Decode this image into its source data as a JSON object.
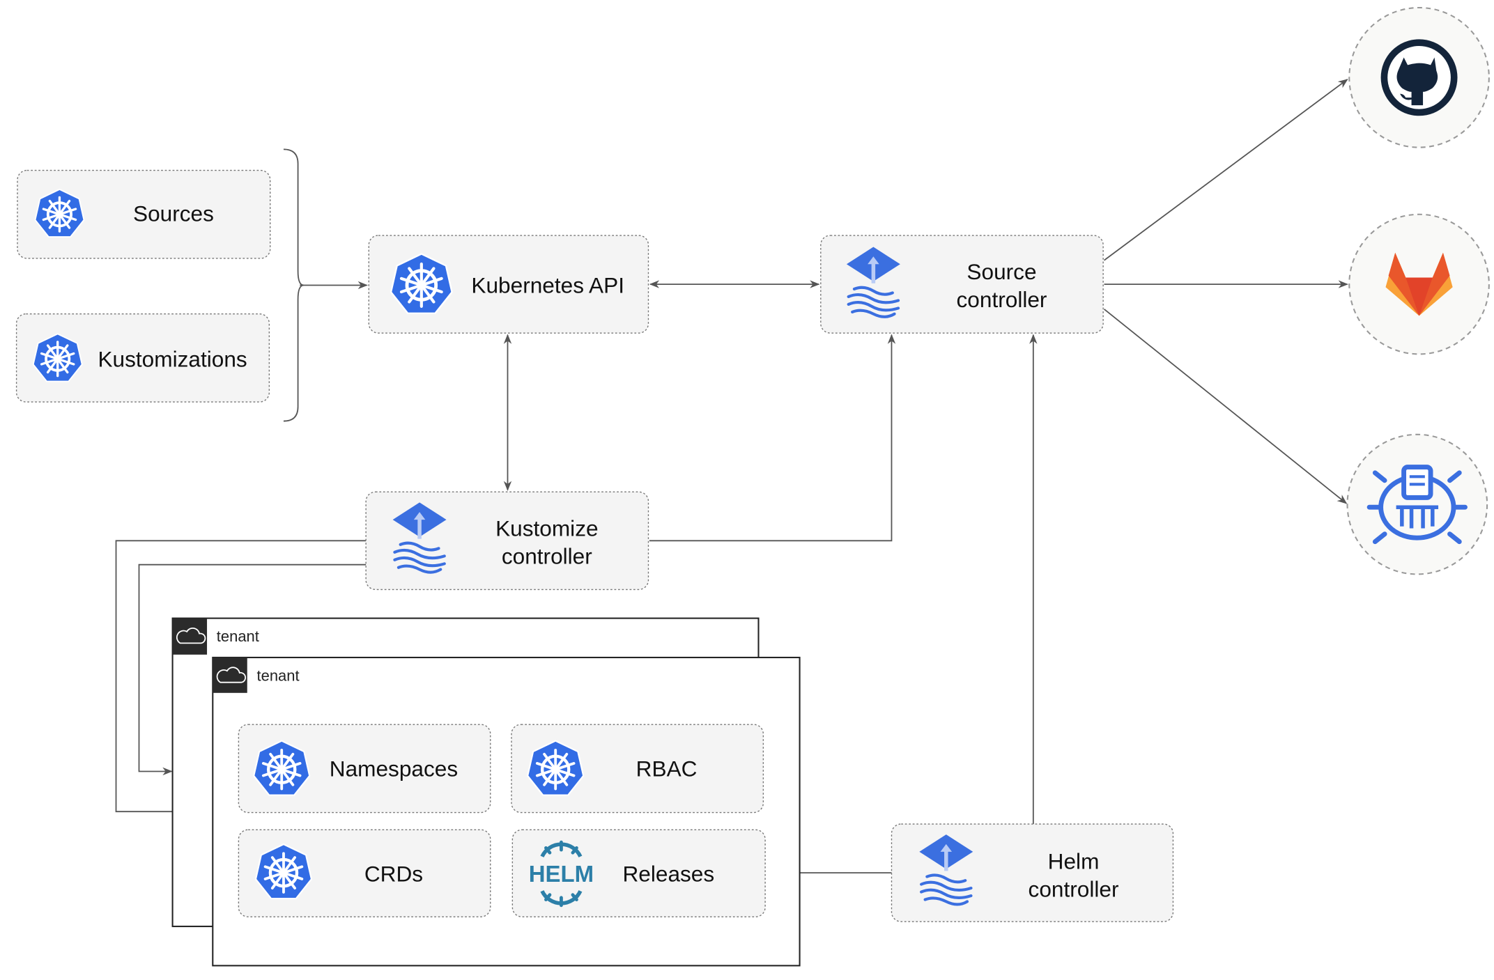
{
  "nodes": {
    "sources": "Sources",
    "kustomizations": "Kustomizations",
    "kubernetes_api": "Kubernetes API",
    "source_controller": [
      "Source",
      "controller"
    ],
    "kustomize_controller": [
      "Kustomize",
      "controller"
    ],
    "helm_controller": [
      "Helm",
      "controller"
    ],
    "namespaces": "Namespaces",
    "rbac": "RBAC",
    "crds": "CRDs",
    "releases": "Releases"
  },
  "tenants": [
    "tenant",
    "tenant"
  ],
  "helm_logo_text": "HELM",
  "external": [
    "github-icon",
    "gitlab-icon",
    "helm-repository-icon"
  ],
  "colors": {
    "kubernetes": "#326CE5",
    "flux": "#3B6FE0",
    "github": "#13243A",
    "gitlab_dark": "#E9572B",
    "gitlab_light": "#F9A138",
    "helm": "#2C7FA8",
    "edge": "#555555"
  }
}
